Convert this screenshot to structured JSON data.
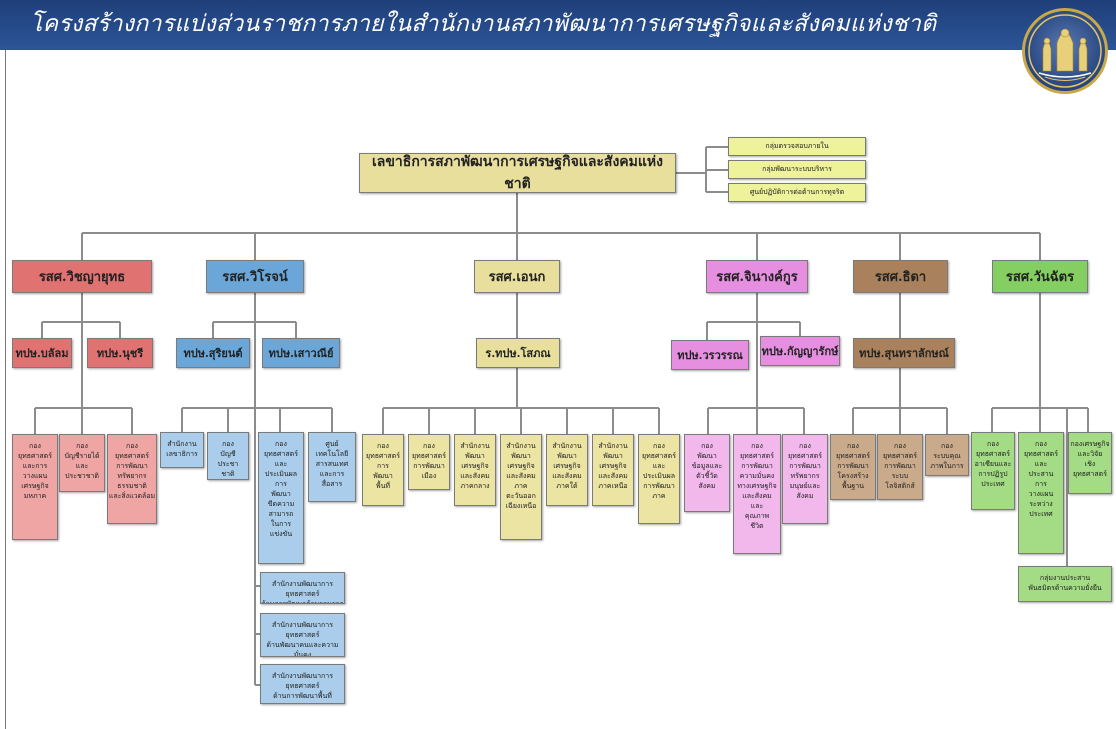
{
  "title": "โครงสร้างการแบ่งส่วนราชการภายในสำนักงานสภาพัฒนาการเศรษฐกิจและสังคมแห่งชาติ",
  "logo_icon": "nesdc-emblem-icon",
  "top": "เลขาธิการสภาพัฒนาการเศรษฐกิจและสังคมแห่งชาติ",
  "side_units": [
    "กลุ่มตรวจสอบภายใน",
    "กลุ่มพัฒนาระบบบริหาร",
    "ศูนย์ปฏิบัติการต่อต้านการทุจริต"
  ],
  "deputies": [
    {
      "name": "รสศ.วิชญายุทธ",
      "advisors": [
        "ทปษ.บลัลม",
        "ทปษ.นุชรี"
      ],
      "units": [
        "กอง\nยุทธศาสตร์\nและการ\nวางแผน\nเศรษฐกิจ\nมหภาค",
        "กอง\nบัญชีรายได้\nและ\nประชาชาติ",
        "กอง\nยุทธศาสตร์\nการพัฒนา\nทรัพยากร\nธรรมชาติ\nและสิ่งแวดล้อม"
      ]
    },
    {
      "name": "รสศ.วิโรจน์",
      "advisors": [
        "ทปษ.สุริยนต์",
        "ทปษ.เสาวณีย์"
      ],
      "units": [
        "สำนักงาน\nเลขาธิการ",
        "กอง\nบัญชี\nประชา\nชาติ",
        "กอง\nยุทธศาสตร์\nและ\nประเมินผล\nการ\nพัฒนา\nขีดความ\nสามารถ\nในการ\nแข่งขัน",
        "ศูนย์\nเทคโนโลยี\nสารสนเทศ\nและการ\nสื่อสาร"
      ],
      "extra_units": [
        "สำนักงานพัฒนาการยุทธศาสตร์\nด้านการพัฒนาด้านฐานราก",
        "สำนักงานพัฒนาการยุทธศาสตร์\nด้านพัฒนาคนและความมั่นคง\nทางเศรษฐกิจ",
        "สำนักงานพัฒนาการยุทธศาสตร์\nด้านการพัฒนาพื้นที่"
      ]
    },
    {
      "name": "รสศ.เอนก",
      "advisors": [
        "ร.ทปษ.โสภณ"
      ],
      "units": [
        "กอง\nยุทธศาสตร์\nการ\nพัฒนา\nพื้นที่",
        "กอง\nยุทธศาสตร์\nการพัฒนา\nเมือง",
        "สำนักงาน\nพัฒนา\nเศรษฐกิจ\nและสังคม\nภาคกลาง",
        "สำนักงาน\nพัฒนา\nเศรษฐกิจ\nและสังคม\nภาค\nตะวันออก\nเฉียงเหนือ",
        "สำนักงาน\nพัฒนา\nเศรษฐกิจ\nและสังคม\nภาคใต้",
        "สำนักงาน\nพัฒนา\nเศรษฐกิจ\nและสังคม\nภาคเหนือ",
        "กอง\nยุทธศาสตร์\nและ\nประเมินผล\nการพัฒนา\nภาค"
      ]
    },
    {
      "name": "รสศ.จินางค์กูร",
      "advisors": [
        "ทปษ.วรวรรณ",
        "ทปษ.กัญญารักษ์"
      ],
      "units": [
        "กอง\nพัฒนา\nข้อมูลและ\nตัวชี้วัด\nสังคม",
        "กอง\nยุทธศาสตร์\nการพัฒนา\nความมั่นคง\nทางเศรษฐกิจ\nและสังคม\nและ\nคุณภาพ\nชีวิต",
        "กอง\nยุทธศาสตร์\nการพัฒนา\nทรัพยากร\nมนุษย์และ\nสังคม"
      ]
    },
    {
      "name": "รสศ.ธิดา",
      "advisors": [
        "ทปษ.สุนทราลักษณ์"
      ],
      "units": [
        "กอง\nยุทธศาสตร์\nการพัฒนา\nโครงสร้าง\nพื้นฐาน",
        "กอง\nยุทธศาสตร์\nการพัฒนา\nระบบ\nโลจิสติกส์",
        "กอง\nระบบคุณ\nภาพในการ"
      ]
    },
    {
      "name": "รสศ.วันฉัตร",
      "advisors": [],
      "units": [
        "กอง\nยุทธศาสตร์\nอาเซียนและ\nการปฏิรูป\nประเทศ",
        "กอง\nยุทธศาสตร์\nและ\nประสาน\nการ\nวางแผน\nระหว่าง\nประเทศ",
        "กองเศรษฐกิจ\nและวิจัย\nเชิง\nยุทธศาสตร์"
      ],
      "extra_units": [
        "กลุ่มงานประสาน\nพันธมิตรด้านความยั่งยืน"
      ]
    }
  ]
}
